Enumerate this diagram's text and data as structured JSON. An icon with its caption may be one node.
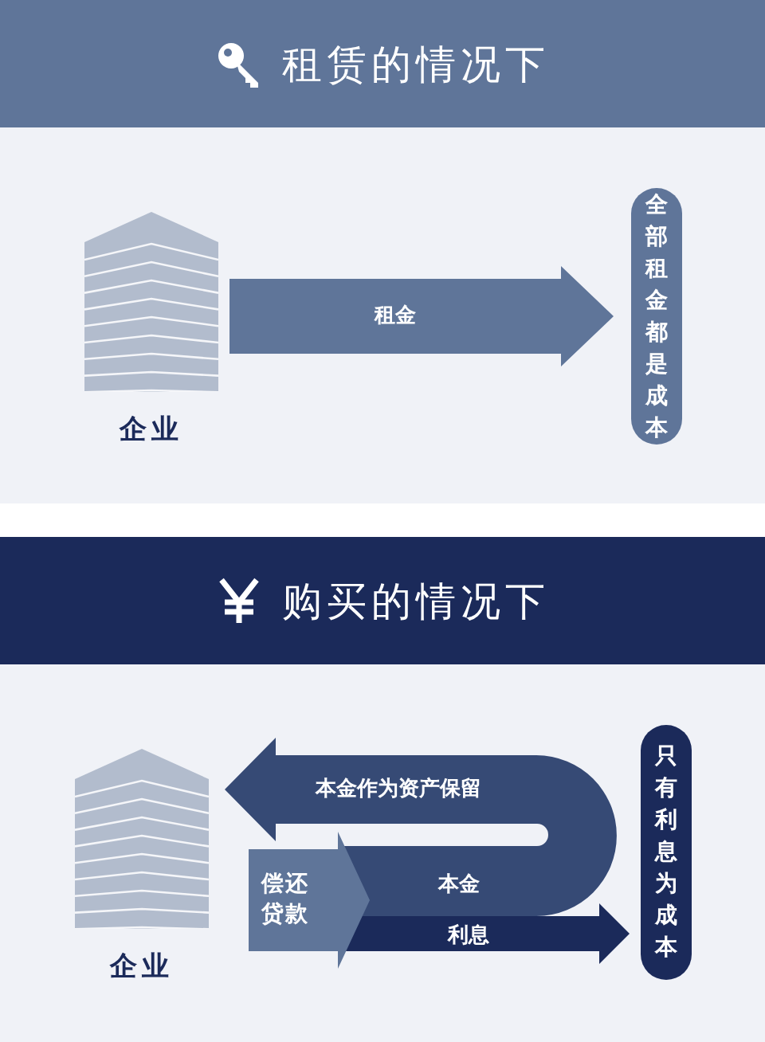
{
  "diagram": {
    "nodes": [
      {
        "text": [
          "租赁的情况下"
        ]
      },
      {
        "text": [],
        "shape": "picture",
        "beside": [
          "企业"
        ]
      },
      {
        "text": [
          "全部租金都是成本"
        ]
      },
      {
        "text": [
          "购买的情况下"
        ]
      },
      {
        "text": [],
        "shape": "picture",
        "beside": [
          "企业"
        ]
      },
      {
        "text": [
          "只有利息为成本"
        ]
      },
      {
        "text": [
          "偿还贷款"
        ]
      }
    ],
    "edges": [
      {
        "from": 1,
        "to": 2,
        "arrow": "to",
        "label": "租金",
        "style": "thick"
      },
      {
        "from": 6,
        "to": 4,
        "arrow": "to",
        "label": "本金",
        "style": "thick"
      },
      {
        "from": 6,
        "to": 5,
        "arrow": "to",
        "label": "利息",
        "style": "thick",
        "color": "#1b2a5a"
      }
    ],
    "labels": [
      "本金作为资产保留"
    ]
  }
}
